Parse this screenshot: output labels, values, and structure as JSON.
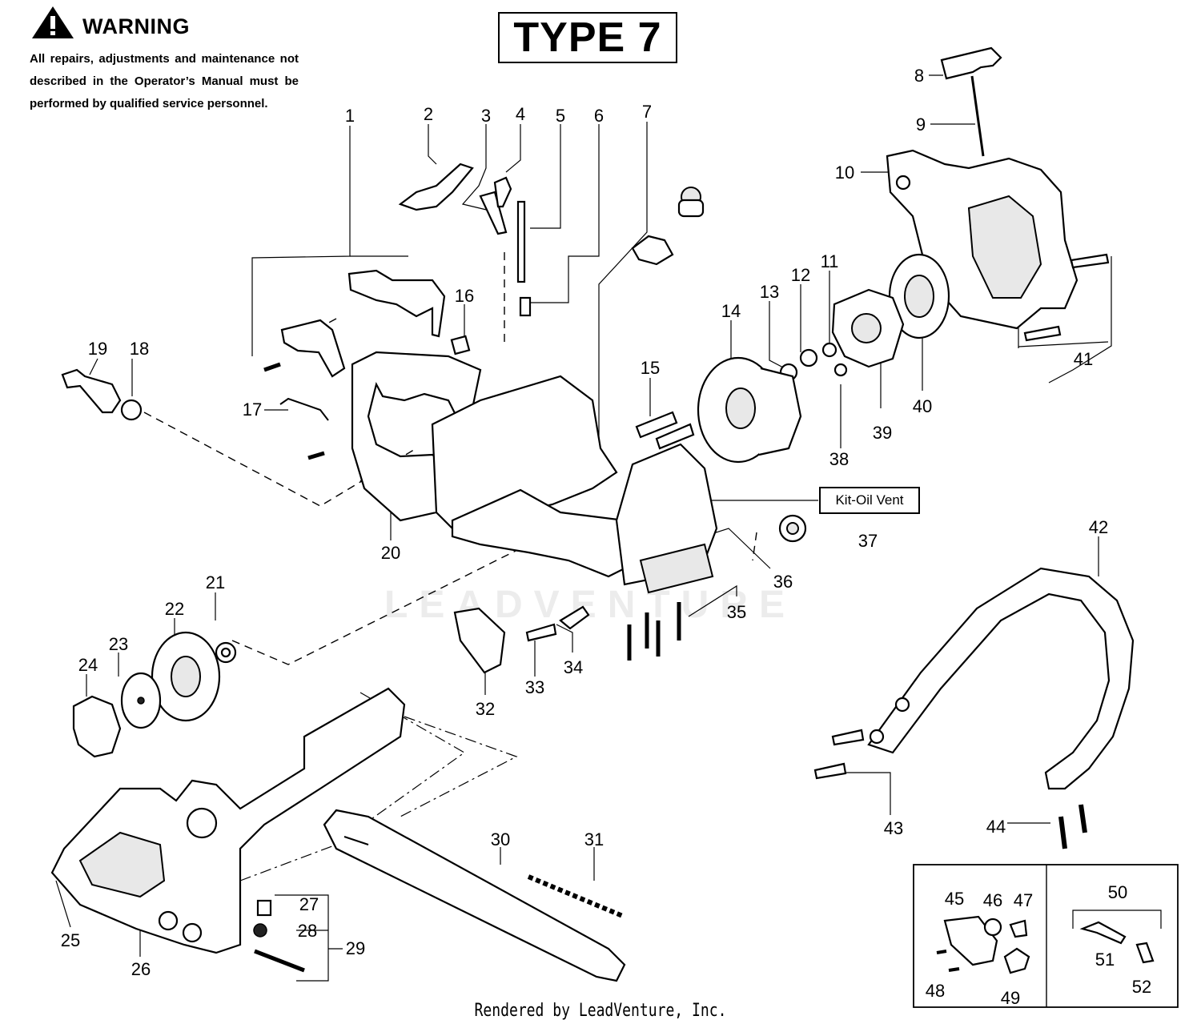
{
  "warning": {
    "title": "WARNING",
    "body": "All repairs, adjustments and maintenance not described in the Operator’s Manual must be performed by qualified  service personnel.",
    "icon": "warning-triangle-icon"
  },
  "type_label": "TYPE 7",
  "kit_label": "Kit-Oil Vent",
  "watermark": "LEADVENTURE",
  "footer": "Rendered by LeadVenture, Inc.",
  "callouts": [
    "1",
    "2",
    "3",
    "4",
    "5",
    "6",
    "7",
    "8",
    "9",
    "10",
    "11",
    "12",
    "13",
    "14",
    "15",
    "16",
    "17",
    "18",
    "19",
    "20",
    "21",
    "22",
    "23",
    "24",
    "25",
    "26",
    "27",
    "28",
    "29",
    "30",
    "31",
    "32",
    "33",
    "34",
    "35",
    "36",
    "37",
    "38",
    "39",
    "40",
    "41",
    "42",
    "43",
    "44",
    "45",
    "46",
    "47",
    "48",
    "49",
    "50",
    "51",
    "52"
  ]
}
